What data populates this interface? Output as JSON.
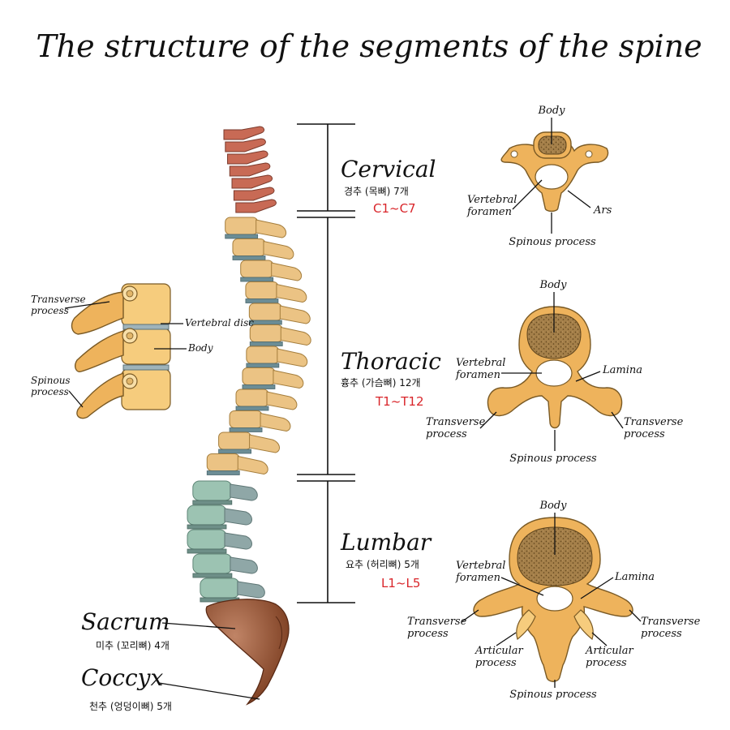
{
  "title": "The structure of the segments of the spine",
  "colors": {
    "cervical": "#c86a55",
    "thoracic": "#ebc384",
    "thoracic_disc": "#6c8d95",
    "lumbar": "#9cc3b2",
    "sacrum": "#8b4a2c",
    "bone": "#eeb35c",
    "red_label": "#d9252a"
  },
  "segments": {
    "cervical": {
      "name": "Cervical",
      "korean": "경추 (목뼈) 7개",
      "range": "C1~C7"
    },
    "thoracic": {
      "name": "Thoracic",
      "korean": "흉추 (가슴뼈) 12개",
      "range": "T1~T12"
    },
    "lumbar": {
      "name": "Lumbar",
      "korean": "요추 (허리뼈) 5개",
      "range": "L1~L5"
    },
    "sacrum": {
      "name": "Sacrum",
      "korean": "미추 (꼬리뼈) 4개"
    },
    "coccyx": {
      "name": "Coccyx",
      "korean": "천추 (엉덩이뼈) 5개"
    }
  },
  "side_view": {
    "transverse": [
      "Transverse",
      "process"
    ],
    "spinous": [
      "Spinous",
      "process"
    ],
    "disc": "Vertebral disc",
    "body": "Body"
  },
  "cervical_view": {
    "body": "Body",
    "foramen": [
      "Vertebral",
      "foramen"
    ],
    "ars": "Ars",
    "spinous": "Spinous process"
  },
  "thoracic_view": {
    "body": "Body",
    "foramen": [
      "Vertebral",
      "foramen"
    ],
    "lamina": "Lamina",
    "transverse_left": [
      "Transverse",
      "process"
    ],
    "transverse_right": [
      "Transverse",
      "process"
    ],
    "spinous": "Spinous process"
  },
  "lumbar_view": {
    "body": "Body",
    "foramen": [
      "Vertebral",
      "foramen"
    ],
    "lamina": "Lamina",
    "transverse_left": [
      "Transverse",
      "process"
    ],
    "transverse_right": [
      "Transverse",
      "process"
    ],
    "articular_left": [
      "Articular",
      "process"
    ],
    "articular_right": [
      "Articular",
      "process"
    ],
    "spinous": "Spinous process"
  }
}
